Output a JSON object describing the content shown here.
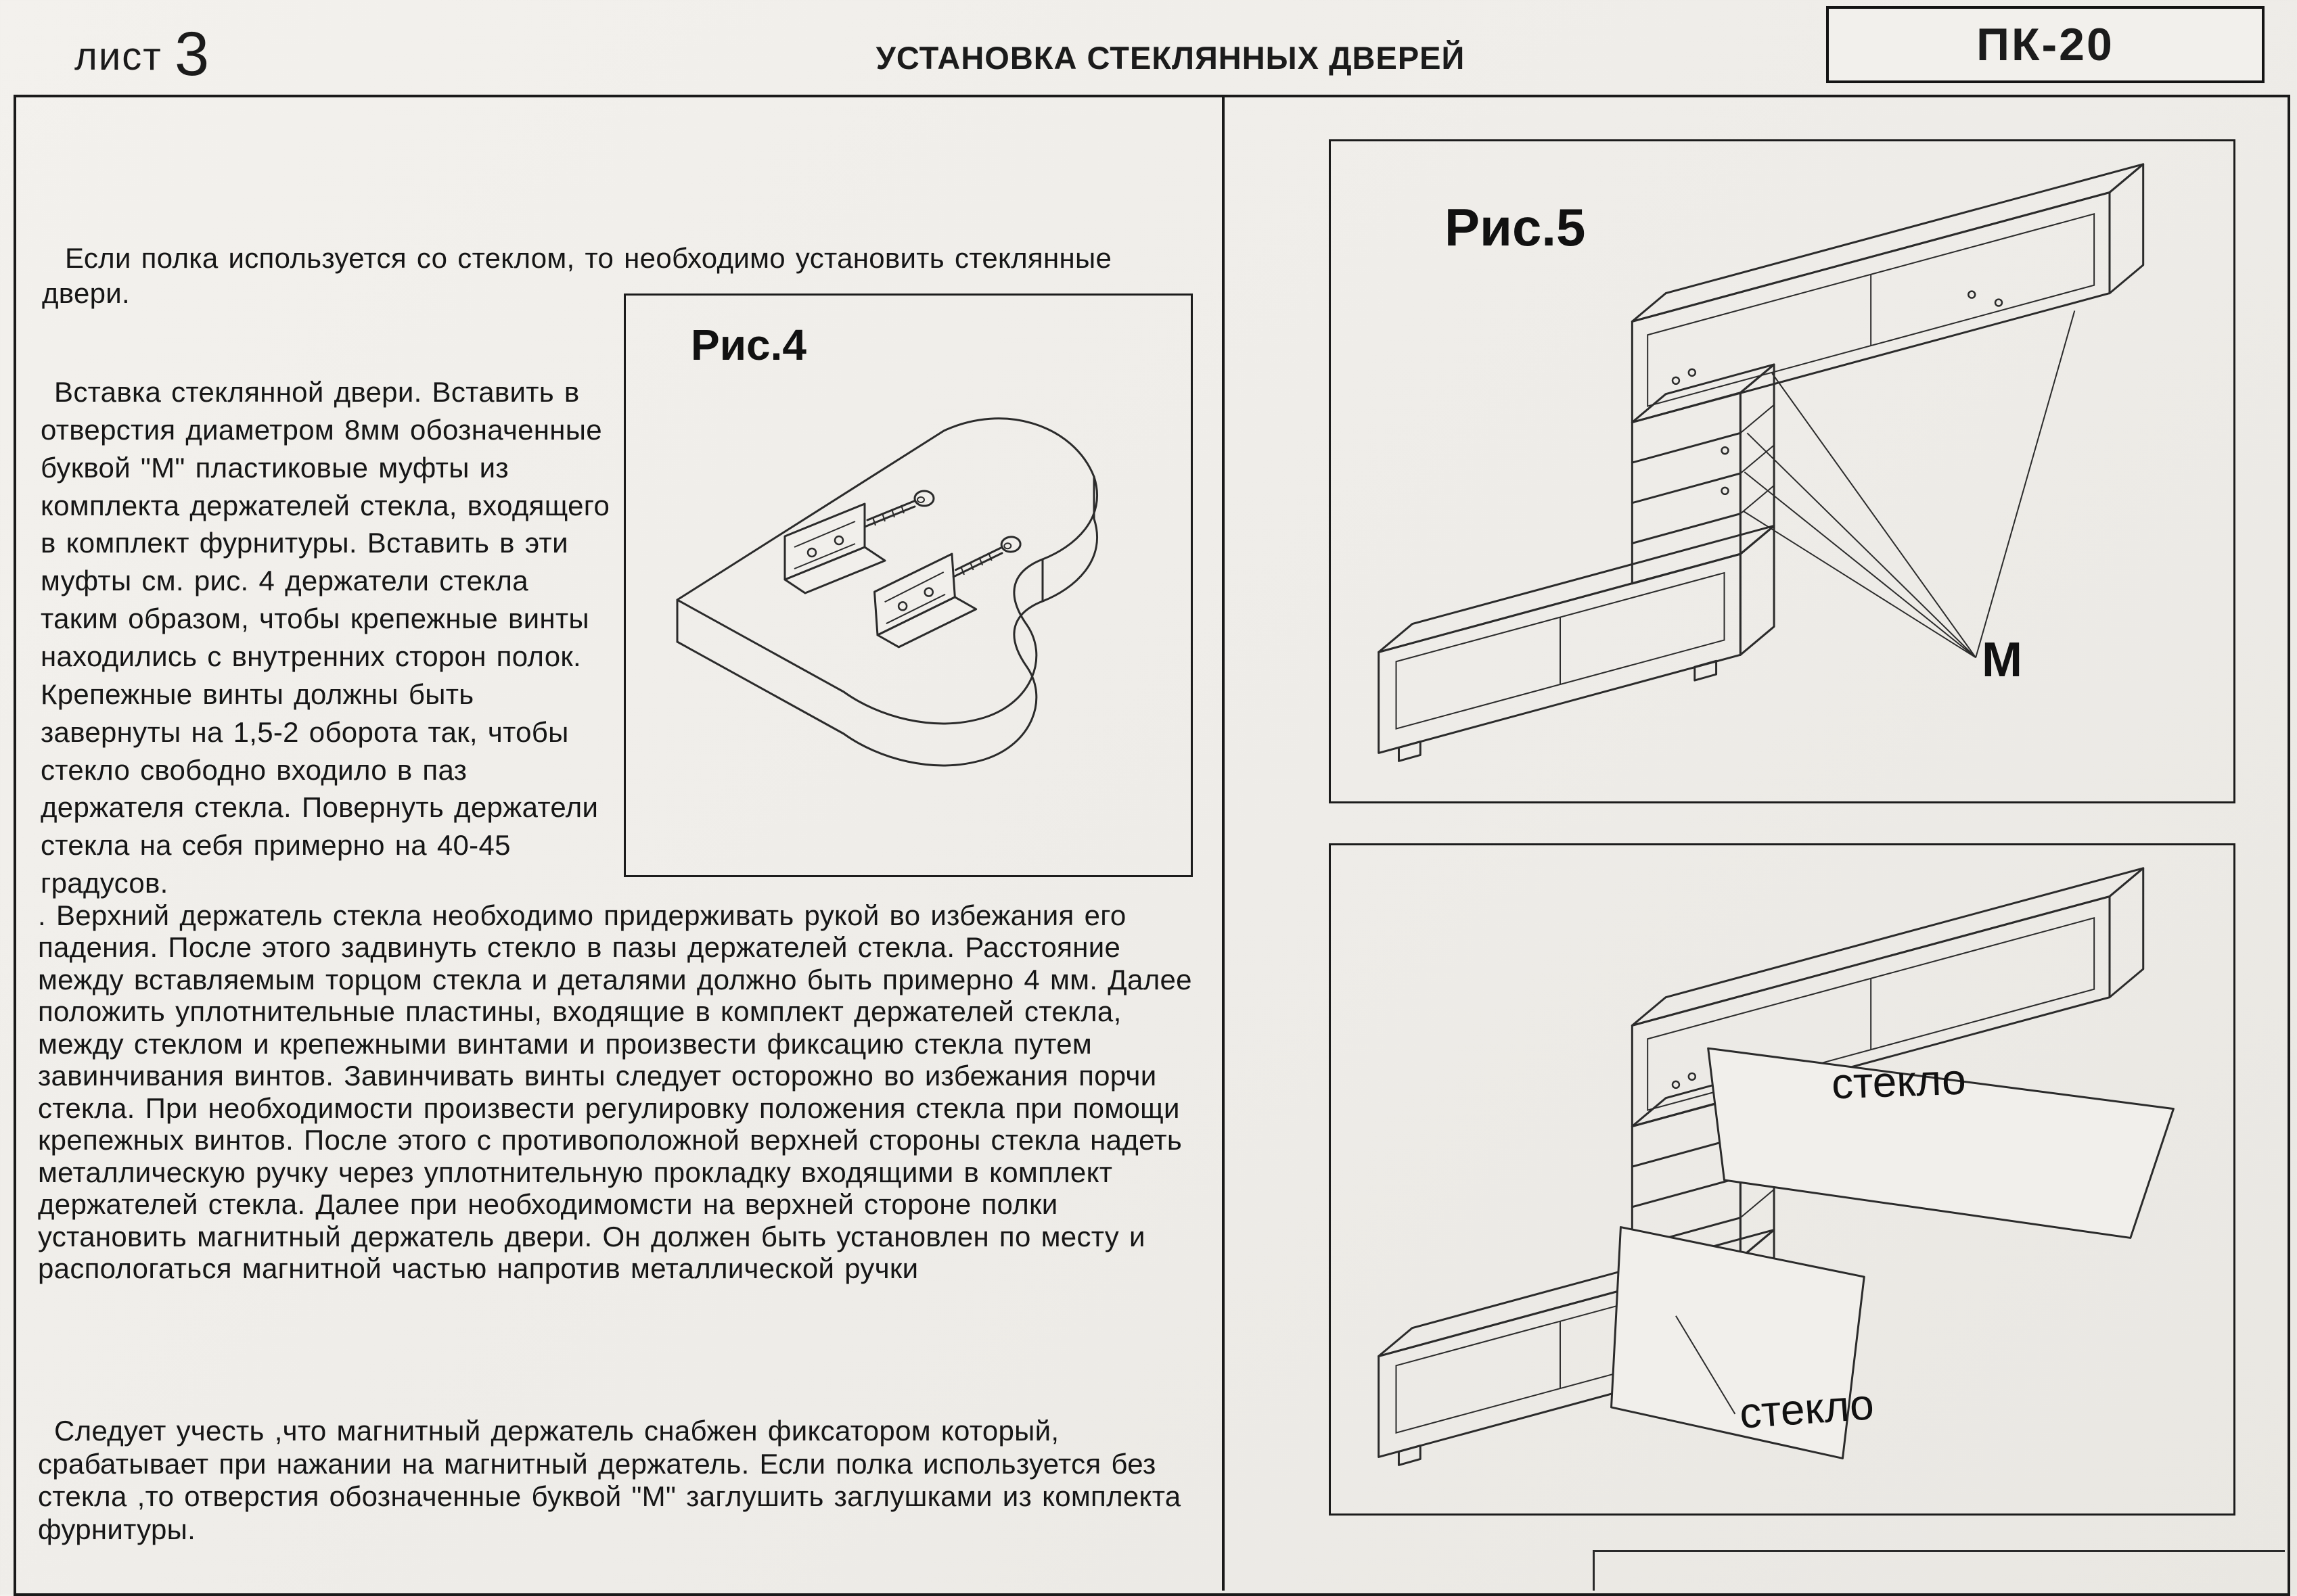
{
  "header": {
    "sheet_label": "лист",
    "sheet_number": "3",
    "title": "УСТАНОВКА СТЕКЛЯННЫХ ДВЕРЕЙ",
    "product_code": "ПК-20"
  },
  "instructions": {
    "para1": "Если полка используется со стеклом, то необходимо установить стеклянные двери.",
    "para2": "Вставка стеклянной двери. Вставить в отверстия диаметром 8мм обозначенные буквой \"М\" пластиковые муфты из комплекта держателей стекла, входящего в комплект фурнитуры. Вставить в эти муфты см. рис. 4 держатели стекла таким образом, чтобы крепежные винты находились с внутренних сторон полок. Крепежные винты должны быть завернуты на 1,5-2 оборота так, чтобы стекло свободно входило в паз держателя стекла. Повернуть держатели стекла на себя примерно на 40-45 градусов.",
    "para3": ". Верхний держатель стекла необходимо придерживать рукой во избежания его падения. После этого задвинуть стекло в пазы держателей стекла. Расстояние между вставляемым торцом стекла и деталями должно быть примерно 4 мм. Далее положить уплотнительные пластины, входящие в комплект держателей стекла, между стеклом и крепежными винтами и произвести фиксацию стекла путем завинчивания винтов. Завинчивать винты следует осторожно во избежания порчи стекла. При необходимости произвести регулировку положения стекла при помощи крепежных винтов. После этого с противоположной верхней стороны стекла надеть металлическую ручку через уплотнительную прокладку входящими в комплект держателей стекла. Далее при необходимомсти на верхней стороне полки установить магнитный держатель двери. Он должен быть установлен по месту и распологаться магнитной частью напротив металлической ручки",
    "para4": "Следует учесть ,что магнитный держатель снабжен фиксатором который, срабатывает при нажании на магнитный держатель. Если полка используется без стекла ,то отверстия обозначенные буквой \"М\" заглушить заглушками из комплекта фурнитуры."
  },
  "figures": {
    "fig4_label": "Рис.4",
    "fig5_label": "Рис.5",
    "marker_m": "М",
    "glass_label_top": "стекло",
    "glass_label_bottom": "стекло"
  }
}
